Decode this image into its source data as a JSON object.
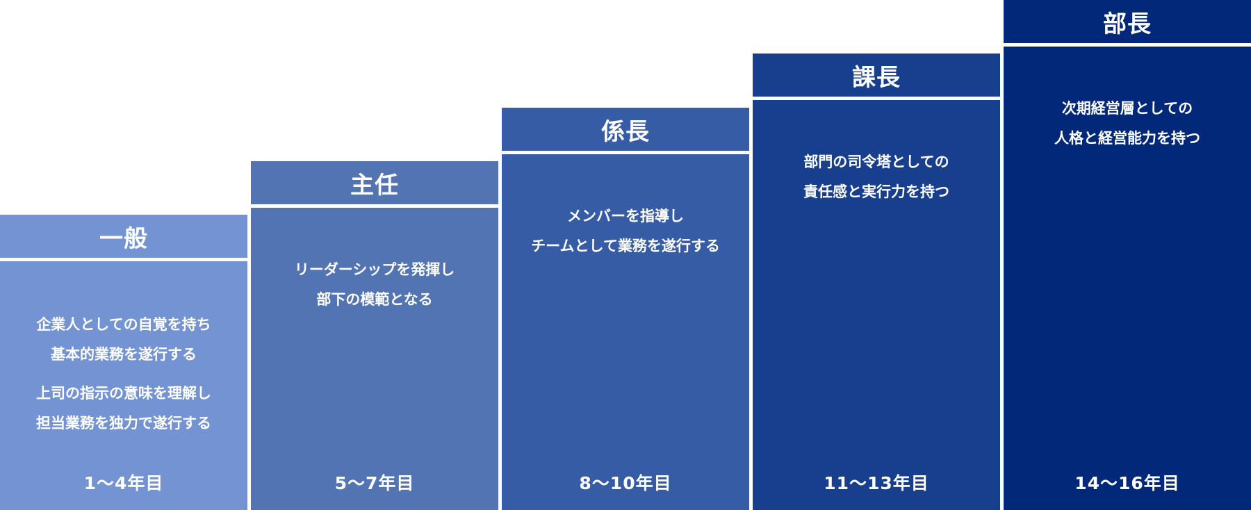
{
  "levels": [
    {
      "title": "一般",
      "description": [
        "企業人としての自覚を持ち",
        "基本的業務を遂行する"
      ],
      "description2": [
        "上司の指示の意味を理解し",
        "担当業務を独力で遂行する"
      ],
      "years": "1～4年目",
      "color": "#7393d2"
    },
    {
      "title": "主任",
      "description": [
        "リーダーシップを発揮し",
        "部下の模範となる"
      ],
      "years": "5～7年目",
      "color": "#5274b3"
    },
    {
      "title": "係長",
      "description": [
        "メンバーを指導し",
        "チームとして業務を遂行する"
      ],
      "years": "8～10年目",
      "color": "#365ca6"
    },
    {
      "title": "課長",
      "description": [
        "部門の司令塔としての",
        "責任感と実行力を持つ"
      ],
      "years": "11～13年目",
      "color": "#183f8d"
    },
    {
      "title": "部長",
      "description": [
        "次期経営層としての",
        "人格と経営能力を持つ"
      ],
      "years": "14～16年目",
      "color": "#022979"
    }
  ]
}
